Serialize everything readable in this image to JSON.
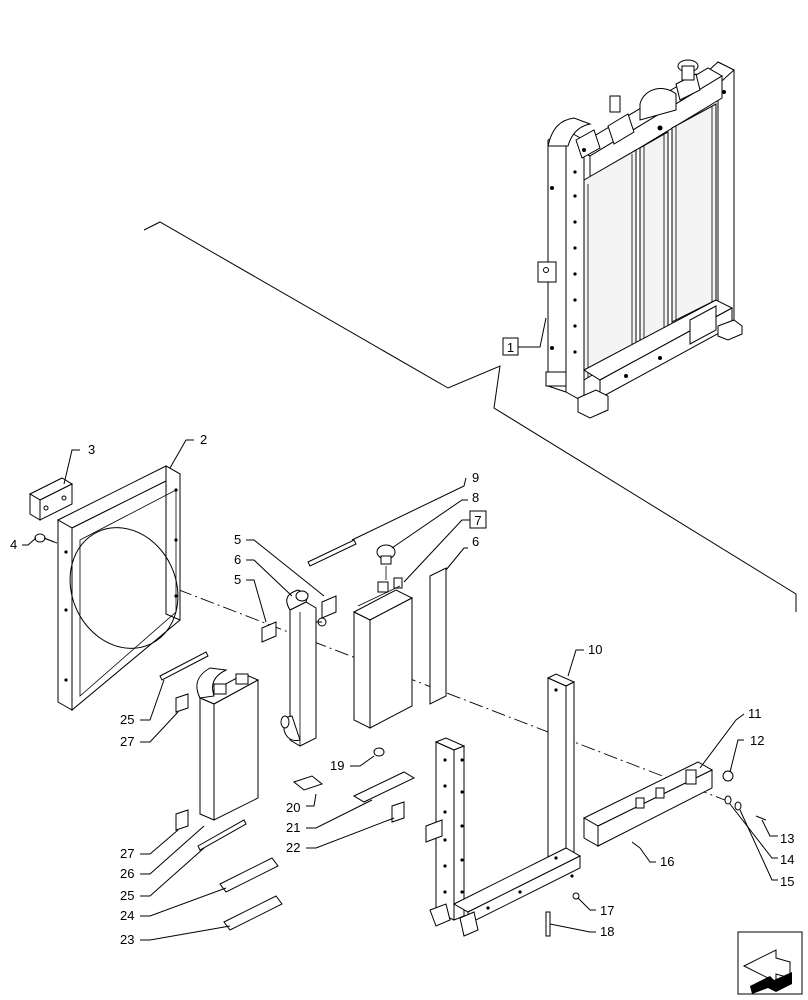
{
  "diagram": {
    "callouts": [
      {
        "id": "c1",
        "label": "1",
        "boxed": true
      },
      {
        "id": "c2",
        "label": "2"
      },
      {
        "id": "c3",
        "label": "3"
      },
      {
        "id": "c4",
        "label": "4"
      },
      {
        "id": "c5a",
        "label": "5"
      },
      {
        "id": "c5b",
        "label": "5"
      },
      {
        "id": "c6a",
        "label": "6"
      },
      {
        "id": "c6b",
        "label": "6"
      },
      {
        "id": "c7",
        "label": "7",
        "boxed": true
      },
      {
        "id": "c8",
        "label": "8"
      },
      {
        "id": "c9",
        "label": "9"
      },
      {
        "id": "c10",
        "label": "10"
      },
      {
        "id": "c11",
        "label": "11"
      },
      {
        "id": "c12",
        "label": "12"
      },
      {
        "id": "c13",
        "label": "13"
      },
      {
        "id": "c14",
        "label": "14"
      },
      {
        "id": "c15",
        "label": "15"
      },
      {
        "id": "c16",
        "label": "16"
      },
      {
        "id": "c17",
        "label": "17"
      },
      {
        "id": "c18",
        "label": "18"
      },
      {
        "id": "c19",
        "label": "19"
      },
      {
        "id": "c20",
        "label": "20"
      },
      {
        "id": "c21",
        "label": "21"
      },
      {
        "id": "c22",
        "label": "22"
      },
      {
        "id": "c23",
        "label": "23"
      },
      {
        "id": "c24",
        "label": "24"
      },
      {
        "id": "c25a",
        "label": "25"
      },
      {
        "id": "c25b",
        "label": "25"
      },
      {
        "id": "c26",
        "label": "26"
      },
      {
        "id": "c27a",
        "label": "27"
      },
      {
        "id": "c27b",
        "label": "27"
      }
    ],
    "nav_icon": "arrow-icon"
  }
}
